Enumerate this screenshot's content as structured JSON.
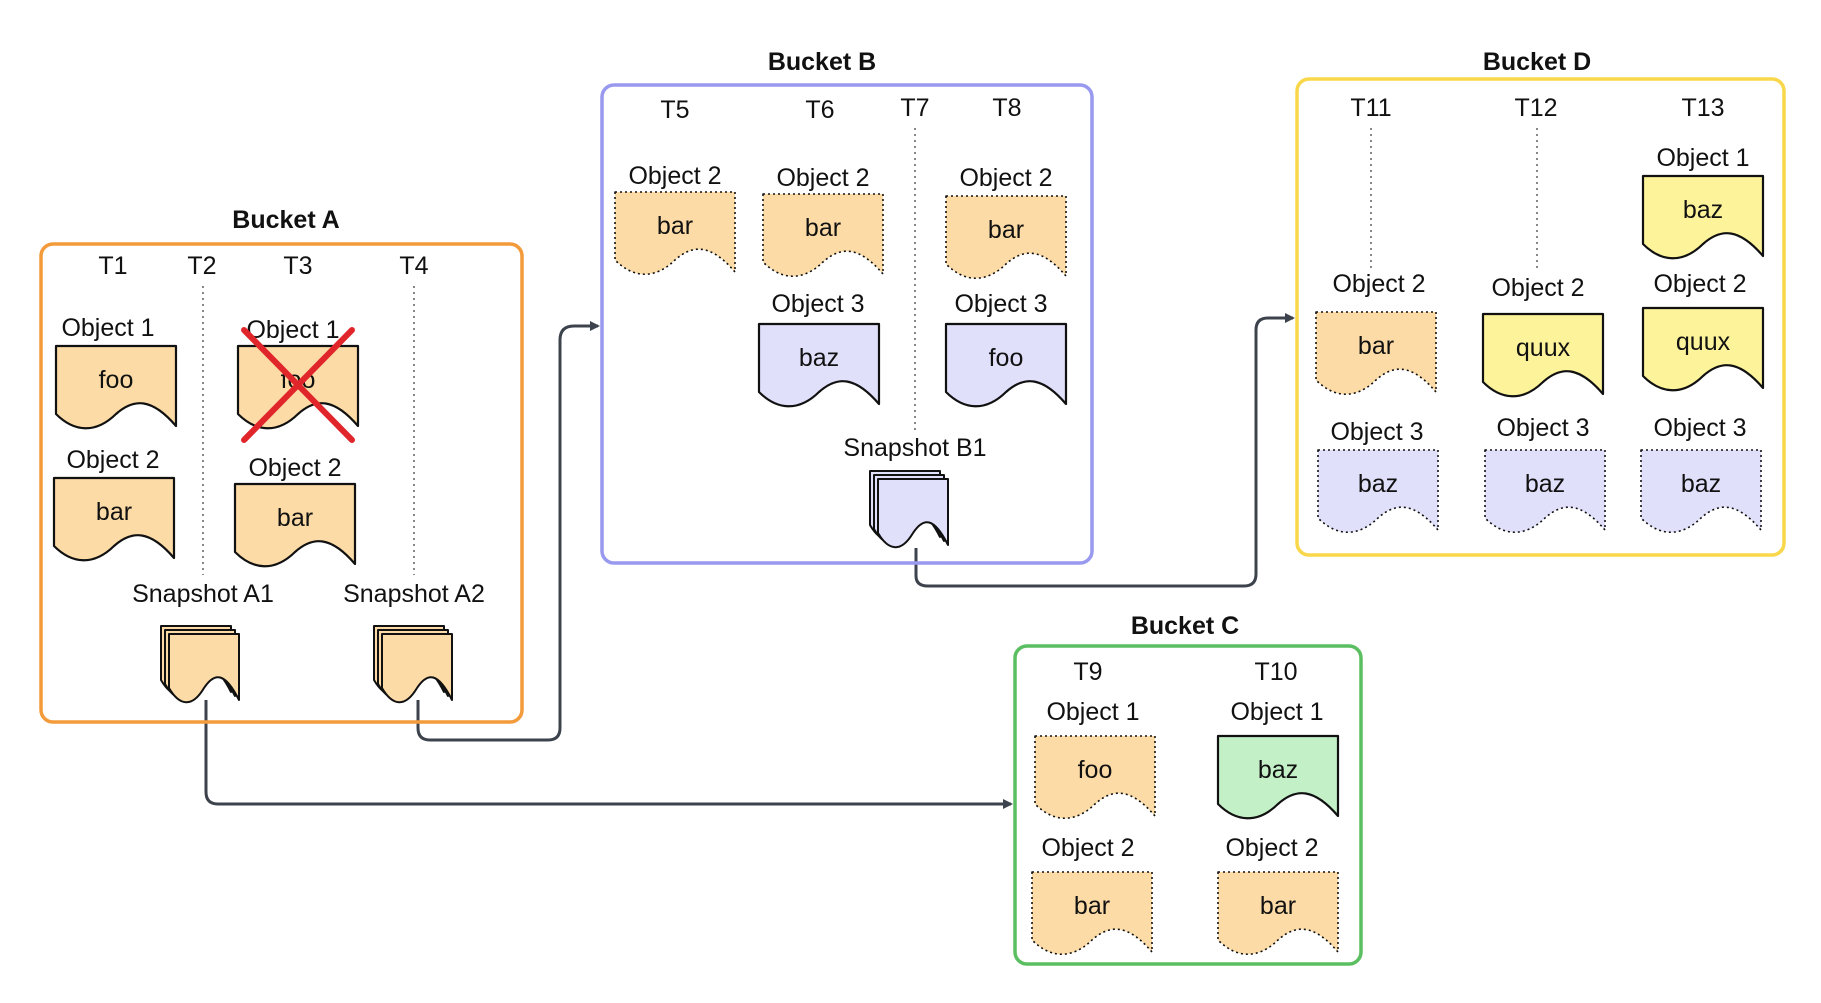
{
  "colors": {
    "orange_fill": "#fcdba6",
    "orange_border": "#f39a3a",
    "purple_fill": "#e0e0fb",
    "purple_border": "#9999ef",
    "yellow_fill": "#fdf39a",
    "yellow_border": "#f8d84a",
    "green_fill": "#c3f0c7",
    "green_border": "#5bbf61",
    "stroke": "#111111",
    "arrow": "#3d434d",
    "cross": "#e1262b"
  },
  "buckets": {
    "a": {
      "title": "Bucket A",
      "times": [
        "T1",
        "T2",
        "T3",
        "T4"
      ],
      "t1_obj1": {
        "label": "Object 1",
        "value": "foo"
      },
      "t1_obj2": {
        "label": "Object 2",
        "value": "bar"
      },
      "t3_obj1": {
        "label": "Object 1",
        "value": "foo",
        "deleted": true
      },
      "t3_obj2": {
        "label": "Object 2",
        "value": "bar"
      },
      "snapshots": [
        "Snapshot A1",
        "Snapshot A2"
      ]
    },
    "b": {
      "title": "Bucket B",
      "times": [
        "T5",
        "T6",
        "T7",
        "T8"
      ],
      "t5_obj2": {
        "label": "Object 2",
        "value": "bar"
      },
      "t6_obj2": {
        "label": "Object 2",
        "value": "bar"
      },
      "t6_obj3": {
        "label": "Object 3",
        "value": "baz"
      },
      "t8_obj2": {
        "label": "Object 2",
        "value": "bar"
      },
      "t8_obj3": {
        "label": "Object 3",
        "value": "foo"
      },
      "snapshot": "Snapshot B1"
    },
    "c": {
      "title": "Bucket C",
      "times": [
        "T9",
        "T10"
      ],
      "t9_obj1": {
        "label": "Object 1",
        "value": "foo"
      },
      "t9_obj2": {
        "label": "Object 2",
        "value": "bar"
      },
      "t10_obj1": {
        "label": "Object 1",
        "value": "baz"
      },
      "t10_obj2": {
        "label": "Object 2",
        "value": "bar"
      }
    },
    "d": {
      "title": "Bucket D",
      "times": [
        "T11",
        "T12",
        "T13"
      ],
      "t11_obj2": {
        "label": "Object 2",
        "value": "bar"
      },
      "t11_obj3": {
        "label": "Object 3",
        "value": "baz"
      },
      "t12_obj2": {
        "label": "Object 2",
        "value": "quux"
      },
      "t12_obj3": {
        "label": "Object 3",
        "value": "baz"
      },
      "t13_obj1": {
        "label": "Object 1",
        "value": "baz"
      },
      "t13_obj2": {
        "label": "Object 2",
        "value": "quux"
      },
      "t13_obj3": {
        "label": "Object 3",
        "value": "baz"
      }
    }
  }
}
